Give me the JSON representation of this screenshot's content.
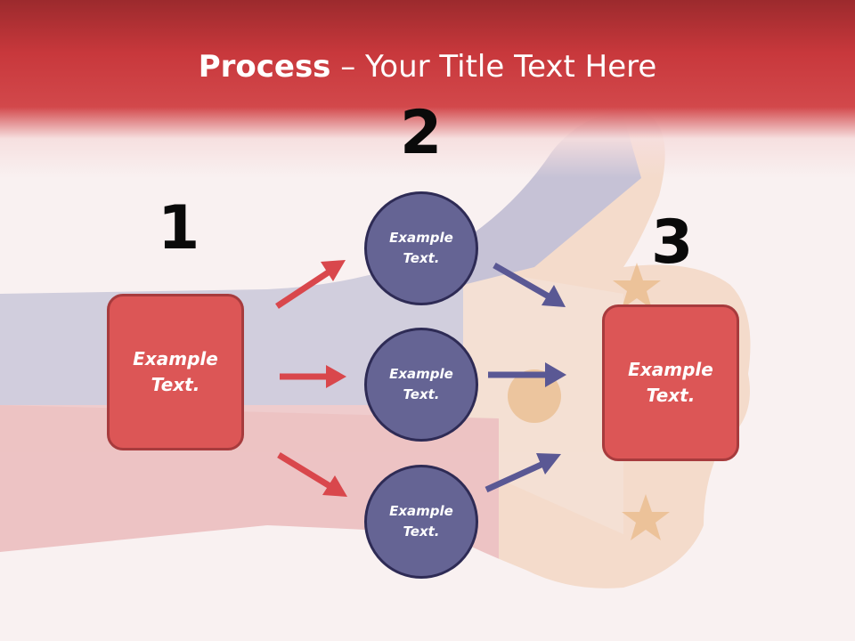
{
  "slide": {
    "title_bold": "Process",
    "title_rest": " – Your Title Text Here"
  },
  "steps": [
    {
      "number": "1",
      "text_line1": "Example",
      "text_line2": "Text."
    },
    {
      "number": "2"
    },
    {
      "number": "3",
      "text_line1": "Example",
      "text_line2": "Text."
    }
  ],
  "circles": [
    {
      "text_line1": "Example",
      "text_line2": "Text."
    },
    {
      "text_line1": "Example",
      "text_line2": "Text."
    },
    {
      "text_line1": "Example",
      "text_line2": "Text."
    }
  ],
  "colors": {
    "header_red": "#c8383c",
    "box_red": "#dc5656",
    "circle_blue": "#656494",
    "arrow_red": "#d9474c",
    "arrow_blue": "#5a5894"
  }
}
